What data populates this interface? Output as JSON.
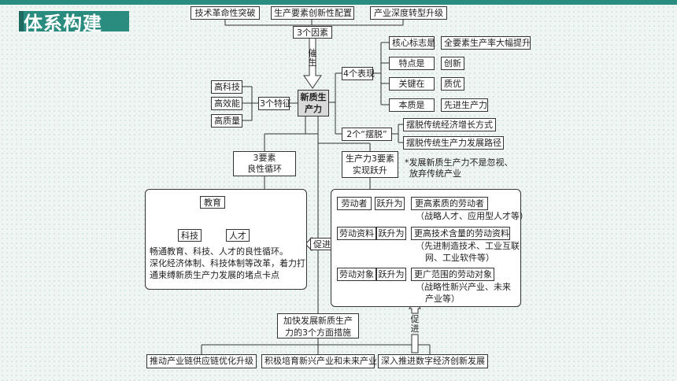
{
  "title": "体系构建",
  "top": {
    "b1": "技术革命性突破",
    "b2": "生产要素创新性配置",
    "b3": "产业深度转型升级",
    "factors": "3个因素",
    "cuisheng": "催生"
  },
  "core": "新质生产力",
  "features": {
    "label": "3个特征",
    "items": [
      "高科技",
      "高效能",
      "高质量"
    ]
  },
  "biaoxian": {
    "label": "4个表现",
    "rows": [
      {
        "k": "核心标志是",
        "v": "全要素生产率大幅提升"
      },
      {
        "k": "特点是",
        "v": "创新"
      },
      {
        "k": "关键在",
        "v": "质优"
      },
      {
        "k": "本质是",
        "v": "先进生产力"
      }
    ]
  },
  "baituo": {
    "label": "2个“摆脱”",
    "items": [
      "摆脱传统经济增长方式",
      "摆脱传统生产力发展路径"
    ]
  },
  "note": {
    "line1": "*发展新质生产力不是忽视、",
    "line2": "放弃传统产业"
  },
  "xunhuan": {
    "label1": "3要素",
    "label2": "良性循环",
    "n1": "教育",
    "n2": "科技",
    "n3": "人才",
    "t1": "畅通教育、科技、人才的良性循环。",
    "t2": "深化经济体制、科技体制等改革，着力打",
    "t3": "通束缚新质生产力发展的堵点卡点"
  },
  "cujin": "促进",
  "yuesheng": {
    "label1": "生产力3要素",
    "label2": "实现跃升",
    "jump": "跃升为",
    "rows": [
      {
        "k": "劳动者",
        "v": "更高素质的劳动者",
        "d1": "（战略人才、应用型人才等）",
        "d2": ""
      },
      {
        "k": "劳动资料",
        "v": "更高技术含量的劳动资料",
        "d1": "（先进制造技术、工业互联",
        "d2": "网、工业软件等）"
      },
      {
        "k": "劳动对象",
        "v": "更广范围的劳动对象",
        "d1": "（战略性新兴产业、未来",
        "d2": "产业等）"
      }
    ]
  },
  "measures": {
    "label1": "加快发展新质生产",
    "label2": "力的3个方面措施",
    "cujin2": "促进",
    "items": [
      "推动产业链供应链优化升级",
      "积极培育新兴产业和未来产业",
      "深入推进数字经济创新发展"
    ]
  }
}
